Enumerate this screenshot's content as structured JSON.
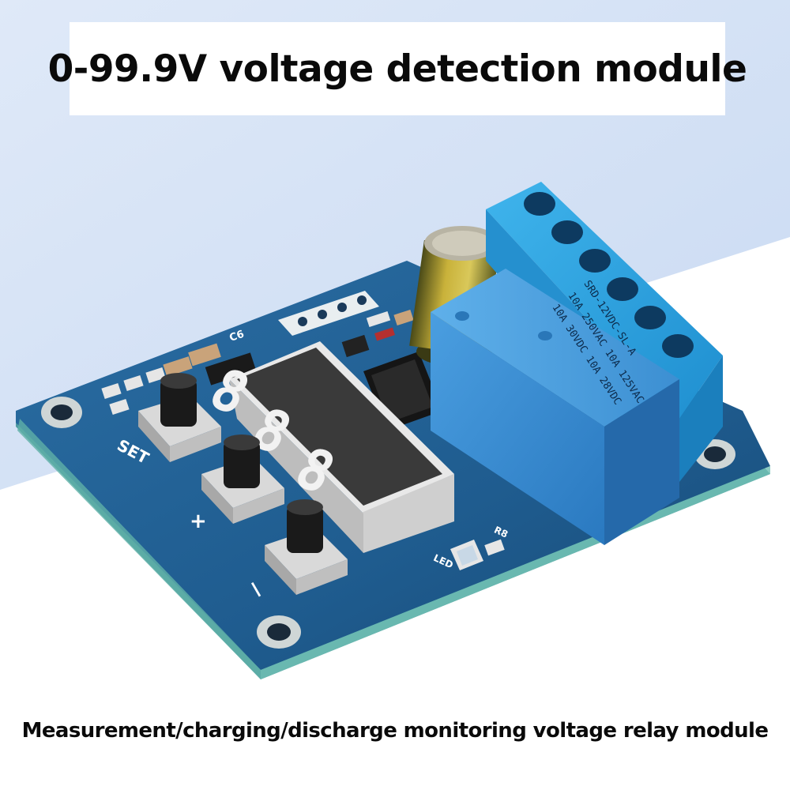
{
  "title": "0-99.9V voltage detection module",
  "caption": "Measurement/charging/discharge monitoring voltage relay module",
  "board_labels": {
    "set": "SET",
    "plus": "+",
    "minus": "—",
    "led": "LED",
    "c6": "C6",
    "r8": "R8"
  },
  "relay_text": [
    "SRD-12VDC-SL-A",
    "10A 250VAC 10A 125VAC",
    "10A 30VDC 10A 28VDC"
  ],
  "display": {
    "digits": [
      "8",
      "8",
      "8"
    ]
  },
  "colors": {
    "background_top": "#d6e4f7",
    "pcb": "#1e5a8c",
    "relay": "#3a8fd6",
    "terminal": "#2aa3e0"
  }
}
